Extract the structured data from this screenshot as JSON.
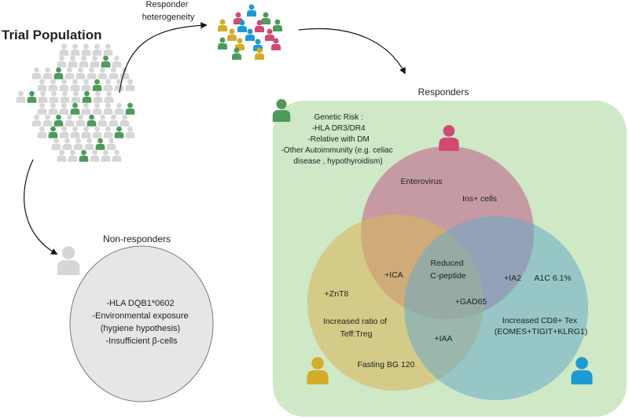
{
  "title": "Trial Population",
  "arrow_label": [
    "Responder",
    "heterogeneity"
  ],
  "responders": {
    "title": "Responders",
    "genetic_risk": [
      "Genetic Risk :",
      "-HLA DR3/DR4",
      "-Relative with DM",
      "-Other Autoimmunity (e.g. celiac",
      "disease , hypothyroidism)"
    ],
    "venn_labels": {
      "enterovirus": "Enterovirus",
      "ins_cells": "Ins+ cells",
      "ica": "+ICA",
      "center": [
        "Reduced",
        "C-peptide"
      ],
      "ia2": "+IA2",
      "a1c": "A1C 6.1%",
      "znt8": "+ZnT8",
      "gad65": "+GAD65",
      "teff": [
        "Increased ratio of",
        "Teff:Treg"
      ],
      "cd8": [
        "Increased CD8+ Tex",
        "(EOMES+TIGIT+KLRG1)"
      ],
      "iaa": "+IAA",
      "fasting": "Fasting BG 120"
    }
  },
  "non_responders": {
    "title": "Non-responders",
    "items": [
      "-HLA DQB1*0602",
      "-Environmental exposure",
      "(hygiene hypothesis)",
      "-Insufficient β-cells"
    ]
  },
  "colors": {
    "green": "#4e9a5b",
    "grey_person": "#d6d6d6",
    "pink": "#d04a73",
    "blue": "#1d9ad1",
    "yellow": "#d4ab2a",
    "green_box": "#cfe8c6",
    "pink_circle": "#c05a86",
    "yellow_circle": "#d5b85e",
    "blue_circle": "#6aa9c9",
    "ellipse_fill": "#e6e6e6"
  }
}
